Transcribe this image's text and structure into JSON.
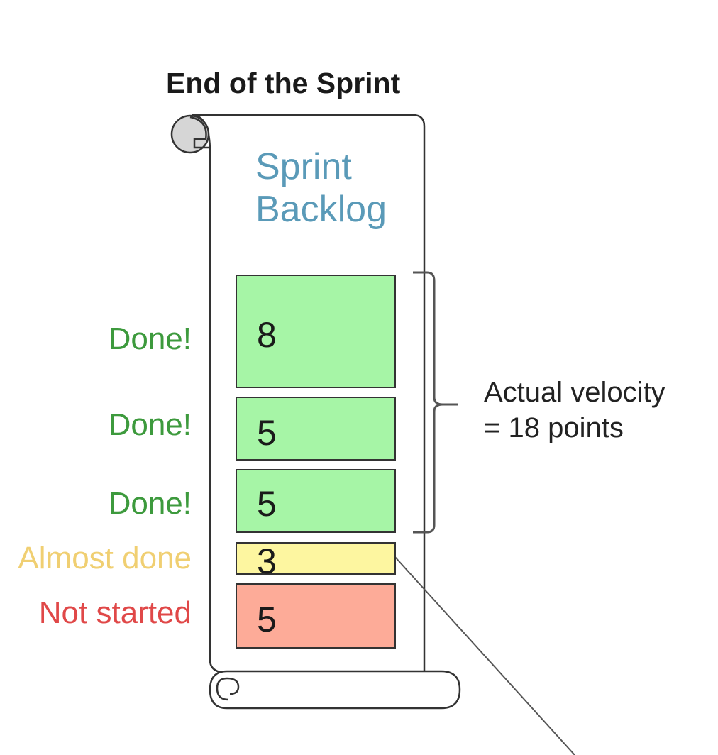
{
  "title": "End of the Sprint",
  "backlog": {
    "heading_line1": "Sprint",
    "heading_line2": "Backlog",
    "heading_color": "#5a9ab8"
  },
  "items": [
    {
      "points": "8",
      "status": "Done!",
      "status_color": "#3d9a3d",
      "fill": "#a6f5a6"
    },
    {
      "points": "5",
      "status": "Done!",
      "status_color": "#3d9a3d",
      "fill": "#a6f5a6"
    },
    {
      "points": "5",
      "status": "Done!",
      "status_color": "#3d9a3d",
      "fill": "#a6f5a6"
    },
    {
      "points": "3",
      "status": "Almost done",
      "status_color": "#f0cf72",
      "fill": "#fdf6a0"
    },
    {
      "points": "5",
      "status": "Not started",
      "status_color": "#e04848",
      "fill": "#fdab98"
    }
  ],
  "velocity": {
    "line1": "Actual velocity",
    "line2": "= 18 points"
  }
}
